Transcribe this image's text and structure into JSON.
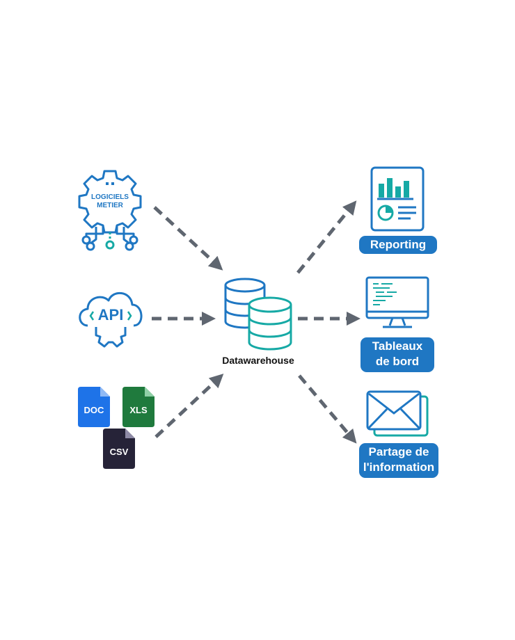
{
  "colors": {
    "primary_blue": "#1f77c3",
    "teal": "#16a9a5",
    "arrow_gray": "#5f6670",
    "doc_blue": "#1e73e8",
    "xls_green": "#1f7a3d",
    "csv_dark": "#262338"
  },
  "sources": {
    "logiciels": {
      "line1": "LOGICIELS",
      "line2": "METIER",
      "icon": "gear-circuit-icon"
    },
    "api": {
      "label": "API",
      "icon": "cloud-gear-icon"
    },
    "files": {
      "doc": "DOC",
      "xls": "XLS",
      "csv": "CSV"
    }
  },
  "center": {
    "label": "Datawarehouse",
    "icon": "database-icon"
  },
  "outputs": {
    "reporting": {
      "label": "Reporting",
      "icon": "report-icon"
    },
    "tableaux": {
      "line1": "Tableaux",
      "line2": "de bord",
      "icon": "monitor-icon"
    },
    "partage": {
      "line1": "Partage de",
      "line2": "l'information",
      "icon": "envelope-icon"
    }
  }
}
